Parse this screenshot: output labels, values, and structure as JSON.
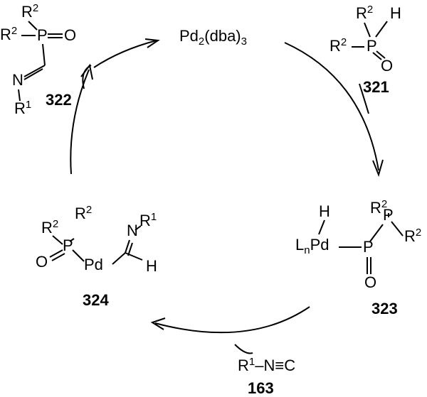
{
  "catalyst": {
    "base": "Pd",
    "sub1": "2",
    "mid": "(dba)",
    "sub2": "3"
  },
  "compounds": {
    "c321": {
      "label": "321",
      "r2a": "R",
      "r2a_sup": "2",
      "r2b": "R",
      "r2b_sup": "2",
      "p": "P",
      "h": "H",
      "o": "O"
    },
    "c322": {
      "label": "322",
      "r2a": "R",
      "r2a_sup": "2",
      "r2b": "R",
      "r2b_sup": "2",
      "p": "P",
      "o": "O",
      "n": "N",
      "r1": "R",
      "r1_sup": "1"
    },
    "c323": {
      "label": "323",
      "h": "H",
      "l": "L",
      "l_sub": "n",
      "pd": "Pd",
      "p1": "P",
      "p2": "P",
      "o": "O",
      "r2a": "R",
      "r2a_sup": "2",
      "r2b": "R",
      "r2b_sup": "2"
    },
    "c324": {
      "label": "324",
      "r2a": "R",
      "r2a_sup": "2",
      "r2b": "R",
      "r2b_sup": "2",
      "p": "P",
      "o": "O",
      "pd": "Pd",
      "n": "N",
      "r1": "R",
      "r1_sup": "1",
      "h": "H"
    },
    "c163": {
      "label": "163",
      "r": "R",
      "r_sup": "1",
      "dash": "–",
      "n": "N",
      "triple": "≡",
      "c": "C"
    }
  }
}
